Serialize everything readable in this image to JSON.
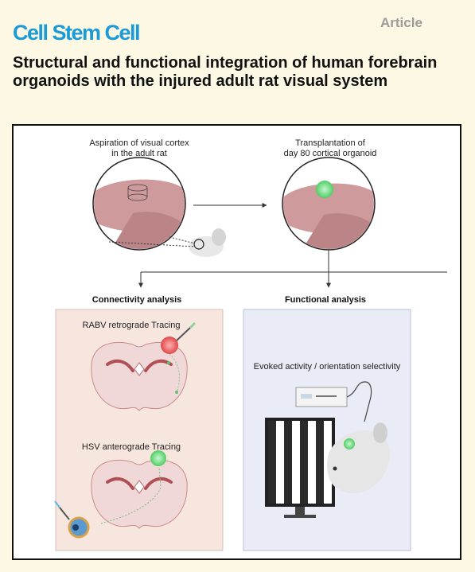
{
  "header": {
    "journal": "Cell Stem Cell",
    "article_type": "Article",
    "title": "Structural and functional integration of human forebrain organoids with the injured adult rat visual system"
  },
  "figure": {
    "step1_line1": "Aspiration of  visual cortex",
    "step1_line2": "in the adult rat",
    "step2_line1": "Transplantation of",
    "step2_line2": "day 80 cortical organoid",
    "left_header": "Connectivity analysis",
    "right_header": "Functional analysis",
    "rabv_label": "RABV retrograde Tracing",
    "hsv_label": "HSV anterograde Tracing",
    "evoked_label": "Evoked activity / orientation selectivity"
  },
  "colors": {
    "journal_blue": "#1a9ad6",
    "background": "#fdf8e4",
    "left_panel": "#f7e6de",
    "right_panel": "#e9ecf7",
    "brain_pink": "#cf9a9c",
    "organoid_green": "#6fd97f",
    "organoid_red": "#e85a5a"
  }
}
